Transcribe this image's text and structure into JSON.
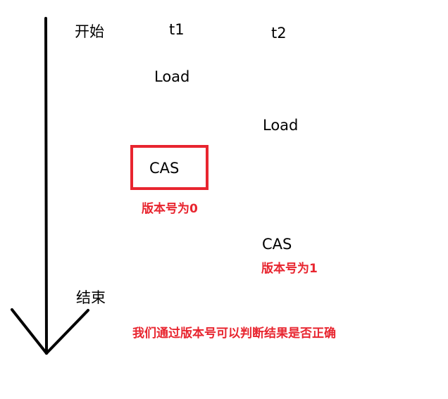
{
  "timeline": {
    "start_label": "开始",
    "end_label": "结束"
  },
  "threads": {
    "t1": {
      "name": "t1",
      "load": "Load",
      "cas": "CAS",
      "version_note": "版本号为0"
    },
    "t2": {
      "name": "t2",
      "load": "Load",
      "cas": "CAS",
      "version_note": "版本号为1"
    }
  },
  "conclusion": "我们通过版本号可以判断结果是否正确",
  "colors": {
    "annotation": "#e8252f",
    "line": "#000000",
    "background": "#ffffff"
  }
}
